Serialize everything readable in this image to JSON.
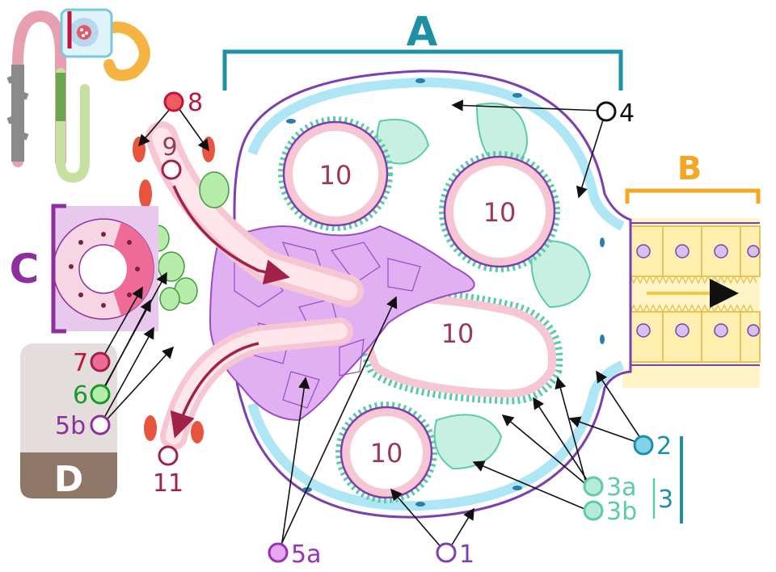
{
  "labels": {
    "A": "A",
    "B": "B",
    "C": "C",
    "D": "D",
    "l1": "1",
    "l2": "2",
    "l3": "3",
    "l3a": "3a",
    "l3b": "3b",
    "l4": "4",
    "l5a": "5a",
    "l5b": "5b",
    "l6": "6",
    "l7": "7",
    "l8": "8",
    "l9": "9",
    "l10": "10",
    "l11": "11"
  },
  "colors": {
    "teal": "#1f8fa5",
    "orange": "#f5a623",
    "purple": "#8e2f9e",
    "bowman_outer": "#7b3fb0",
    "capsule_blue": "#aee6f5",
    "podocyte_green": "#8ee0c4",
    "capillary_pink": "#f6c6d2",
    "capillary_red": "#a0214a",
    "mesangial": "#d9a6f0",
    "tubule_yellow": "#fff2b8",
    "macula_pink": "#e85c8a",
    "granular_green": "#b6ecaa",
    "d_box_top": "#e3dedb",
    "d_box_bottom": "#8e7767"
  },
  "icons": [
    "nephron-icon"
  ]
}
